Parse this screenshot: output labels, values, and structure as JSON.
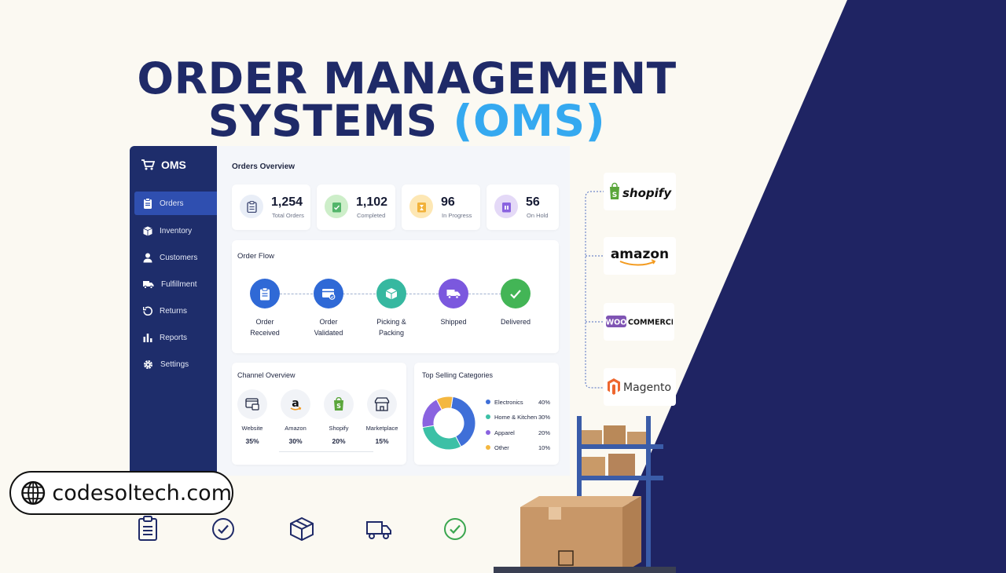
{
  "title": {
    "line1": "ORDER MANAGEMENT",
    "line2_main": "SYSTEMS ",
    "line2_accent": "(OMS)"
  },
  "colors": {
    "navy": "#1f2a68",
    "accent": "#35a9f0",
    "sidebar": "#1e2d6b",
    "active": "#2f4fb0"
  },
  "sidebar": {
    "logo": "OMS",
    "items": [
      {
        "label": "Orders",
        "icon": "clipboard-icon",
        "active": true
      },
      {
        "label": "Inventory",
        "icon": "box-icon"
      },
      {
        "label": "Customers",
        "icon": "user-icon"
      },
      {
        "label": "Fulfillment",
        "icon": "truck-icon"
      },
      {
        "label": "Returns",
        "icon": "return-icon"
      },
      {
        "label": "Reports",
        "icon": "bar-chart-icon"
      },
      {
        "label": "Settings",
        "icon": "gear-icon"
      }
    ]
  },
  "overview": {
    "title": "Orders Overview",
    "stats": [
      {
        "value": "1,254",
        "label": "Total Orders"
      },
      {
        "value": "1,102",
        "label": "Completed"
      },
      {
        "value": "96",
        "label": "In Progress"
      },
      {
        "value": "56",
        "label": "On Hold"
      }
    ]
  },
  "flow": {
    "title": "Order Flow",
    "steps": [
      {
        "line1": "Order",
        "line2": "Received"
      },
      {
        "line1": "Order",
        "line2": "Validated"
      },
      {
        "line1": "Picking &",
        "line2": "Packing"
      },
      {
        "line1": "Shipped",
        "line2": ""
      },
      {
        "line1": "Delivered",
        "line2": ""
      }
    ]
  },
  "channels": {
    "title": "Channel Overview",
    "items": [
      {
        "name": "Website",
        "pct": "35%"
      },
      {
        "name": "Amazon",
        "pct": "30%"
      },
      {
        "name": "Shopify",
        "pct": "20%"
      },
      {
        "name": "Marketplace",
        "pct": "15%"
      }
    ]
  },
  "categories": {
    "title": "Top Selling Categories",
    "items": [
      {
        "name": "Electronics",
        "pct": "40%",
        "value": 40,
        "color": "#3f6fd8"
      },
      {
        "name": "Home & Kitchen",
        "pct": "30%",
        "value": 30,
        "color": "#3cc0a6"
      },
      {
        "name": "Apparel",
        "pct": "20%",
        "value": 20,
        "color": "#8a63e0"
      },
      {
        "name": "Other",
        "pct": "10%",
        "value": 10,
        "color": "#f4b740"
      }
    ]
  },
  "integrations": [
    "shopify",
    "amazon",
    "WOO",
    "COMMERCE",
    "Magento"
  ],
  "website": "codesoltech.com"
}
